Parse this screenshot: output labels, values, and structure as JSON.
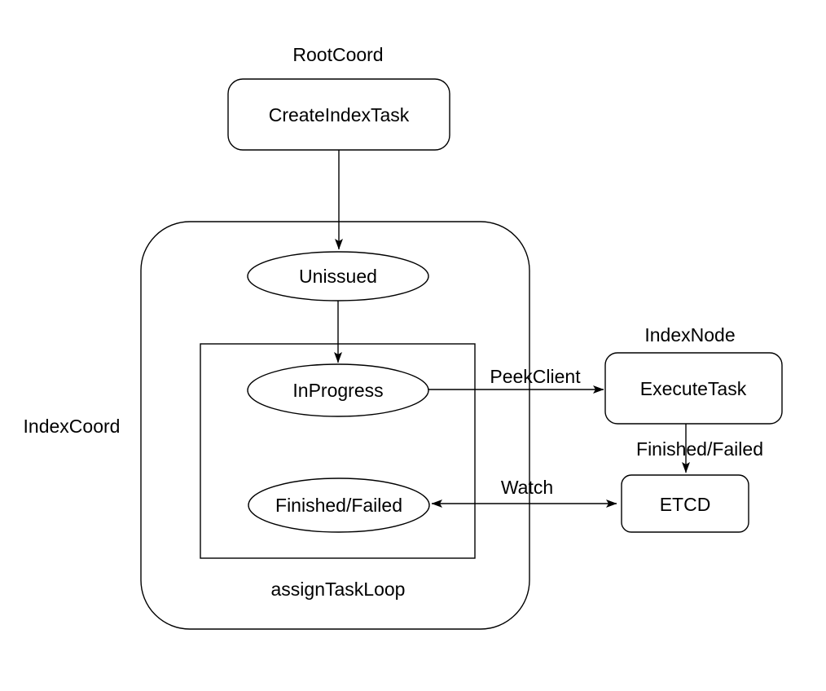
{
  "diagram": {
    "colors": {
      "stroke": "#000000",
      "text": "#000000",
      "background": "#ffffff"
    },
    "labels": {
      "root_coord": "RootCoord",
      "index_node": "IndexNode",
      "index_coord": "IndexCoord",
      "assign_task_loop": "assignTaskLoop"
    },
    "nodes": {
      "create_index_task": "CreateIndexTask",
      "unissued": "Unissued",
      "in_progress": "InProgress",
      "finished_failed": "Finished/Failed",
      "execute_task": "ExecuteTask",
      "etcd": "ETCD"
    },
    "edges": {
      "peek_client": "PeekClient",
      "finished_failed": "Finished/Failed",
      "watch": "Watch"
    }
  }
}
